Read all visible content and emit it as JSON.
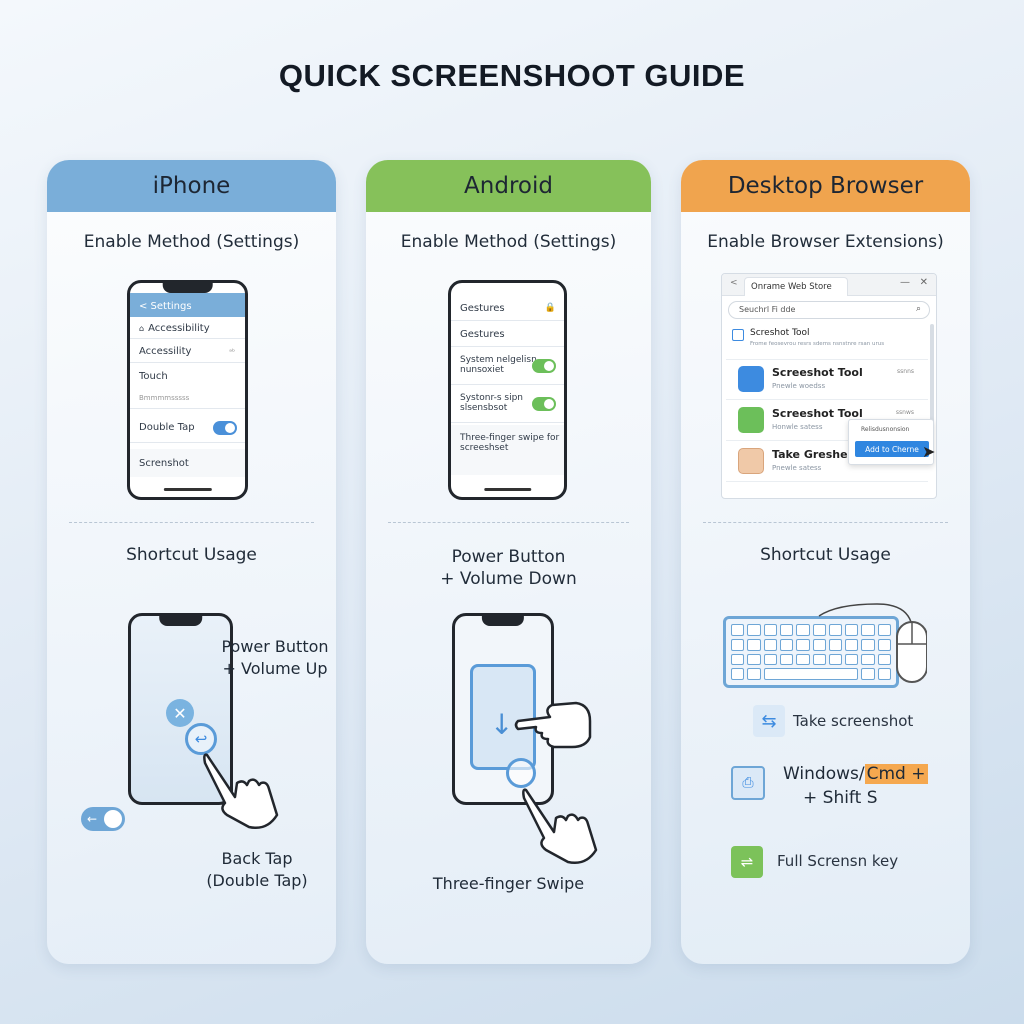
{
  "title": "QUICK SCREENSHOOT GUIDE",
  "colors": {
    "iphone": "#6ea6d6",
    "android": "#86c15a",
    "desktop": "#f0a44e",
    "accent_blue": "#3d8be0"
  },
  "iphone": {
    "header": "iPhone",
    "enable_title": "Enable Method (Settings)",
    "settings": {
      "back_label": "< Settings",
      "rows": [
        "Accessibility",
        "Accessility",
        "Touch",
        "Bmmmmsssss",
        "Double Tap",
        "Screnshot"
      ],
      "row_meta": "ᵃᵇ"
    },
    "shortcut_title": "Shortcut Usage",
    "shortcut_1": "Power Button",
    "shortcut_1b": "+ Volume Up",
    "shortcut_2": "Back Tap",
    "shortcut_2b": "(Double Tap)"
  },
  "android": {
    "header": "Android",
    "enable_title": "Enable Method (Settings)",
    "settings": {
      "rows": [
        "Gestures",
        "Gestures",
        "System nelgelisn",
        "nunsoxiet",
        "Systonr-s sipn",
        "slsensbsot",
        "Three-finger swipe for",
        "screeshset"
      ]
    },
    "shortcut_title_1": "Power Button",
    "shortcut_title_2": "+ Volume Down",
    "shortcut_2": "Three-finger Swipe"
  },
  "desktop": {
    "header": "Desktop Browser",
    "enable_title": "Enable Browser Extensions)",
    "browser": {
      "tab": "Onrame Web Store",
      "search": "Seuchrl Fi dde",
      "featured_name": "Screshot Tool",
      "featured_sub": "Frome feosevrou resrs  sdems  nsnstnre  rsan urus",
      "items": [
        {
          "name": "Screeshot Tool",
          "sub": "Pnewle woedss",
          "meta": "ssnns"
        },
        {
          "name": "Screeshot Tool",
          "sub": "Honwle satess",
          "meta": "ssnws"
        },
        {
          "name": "Take Gresheshot",
          "sub": "Pnewle satess",
          "meta": ""
        }
      ],
      "popup_label": "Relisdusnonsion",
      "add_button": "Add to Cherne"
    },
    "shortcut_title": "Shortcut Usage",
    "take_screenshot": "Take screenshot",
    "combo_1a": "Windows/",
    "combo_1b": "Cmd +",
    "combo_2": "+ Shift S",
    "full_screen": "Full Scrensn key"
  }
}
